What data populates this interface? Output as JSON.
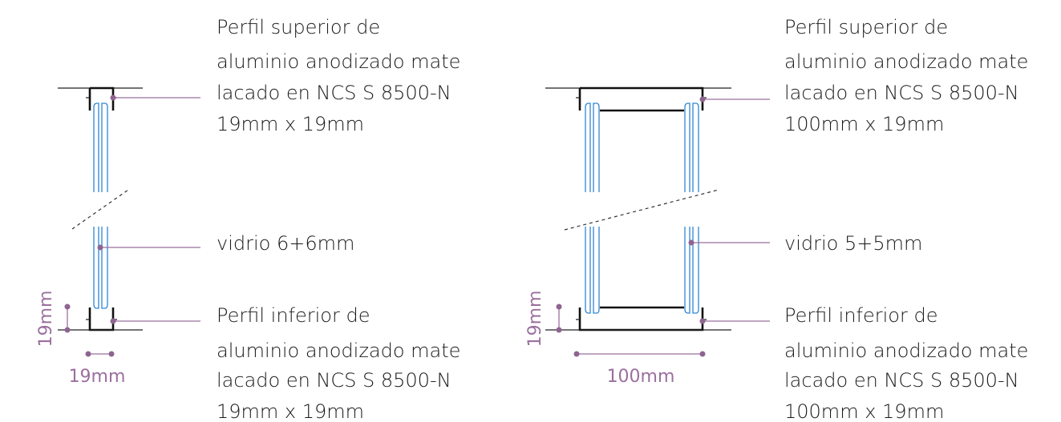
{
  "colors": {
    "accent": "#9b6f9e",
    "glass": "#2f86d6",
    "line": "#111111"
  },
  "left_detail": {
    "top_profile_lines": [
      "Perfil superior de",
      "aluminio anodizado mate",
      "lacado en NCS S 8500-N",
      "19mm x 19mm"
    ],
    "glass_label": "vidrio 6+6mm",
    "bottom_profile_lines": [
      "Perfil inferior de",
      "aluminio anodizado mate",
      "lacado en NCS S 8500-N",
      "19mm x 19mm"
    ],
    "dim_height": "19mm",
    "dim_width": "19mm"
  },
  "right_detail": {
    "top_profile_lines": [
      "Perfil superior de",
      "aluminio anodizado mate",
      "lacado en NCS S 8500-N",
      "100mm x 19mm"
    ],
    "glass_label": "vidrio 5+5mm",
    "bottom_profile_lines": [
      "Perfil inferior de",
      "aluminio anodizado mate",
      "lacado en NCS S 8500-N",
      "100mm x 19mm"
    ],
    "dim_height": "19mm",
    "dim_width": "100mm"
  }
}
